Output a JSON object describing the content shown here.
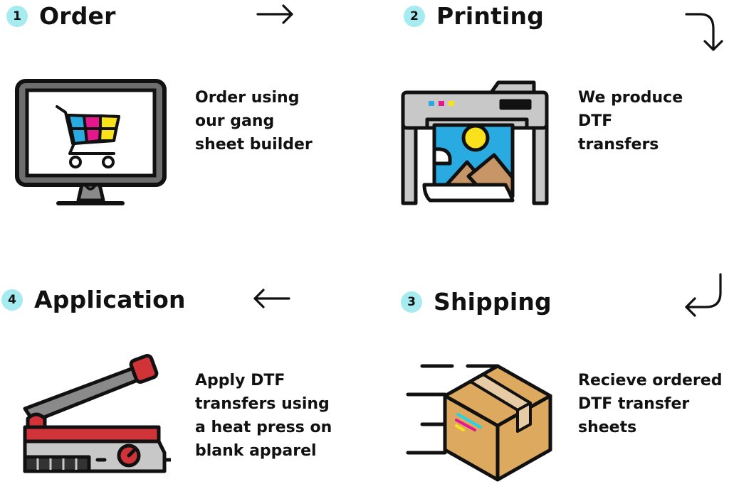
{
  "steps": [
    {
      "number": "1",
      "title": "Order",
      "description": "Order using\nour gang\nsheet builder",
      "icon": "computer-shopping-cart-icon"
    },
    {
      "number": "2",
      "title": "Printing",
      "description": "We produce\nDTF\ntransfers",
      "icon": "large-format-printer-icon"
    },
    {
      "number": "3",
      "title": "Shipping",
      "description": "Recieve ordered\nDTF transfer\nsheets",
      "icon": "shipping-box-icon"
    },
    {
      "number": "4",
      "title": "Application",
      "description": "Apply DTF\ntransfers using\na heat press on\nblank apparel",
      "icon": "heat-press-icon"
    }
  ],
  "arrows": [
    "arrow-right",
    "arrow-curve-down",
    "arrow-curve-left",
    "arrow-left"
  ],
  "colors": {
    "badge": "#a6ebef",
    "cyan": "#29abe2",
    "magenta": "#e6168c",
    "yellow": "#f9e21b",
    "red": "#d13438",
    "cardboard": "#dca95e",
    "gray": "#8a8a8a",
    "light_gray": "#c8c8c8"
  }
}
